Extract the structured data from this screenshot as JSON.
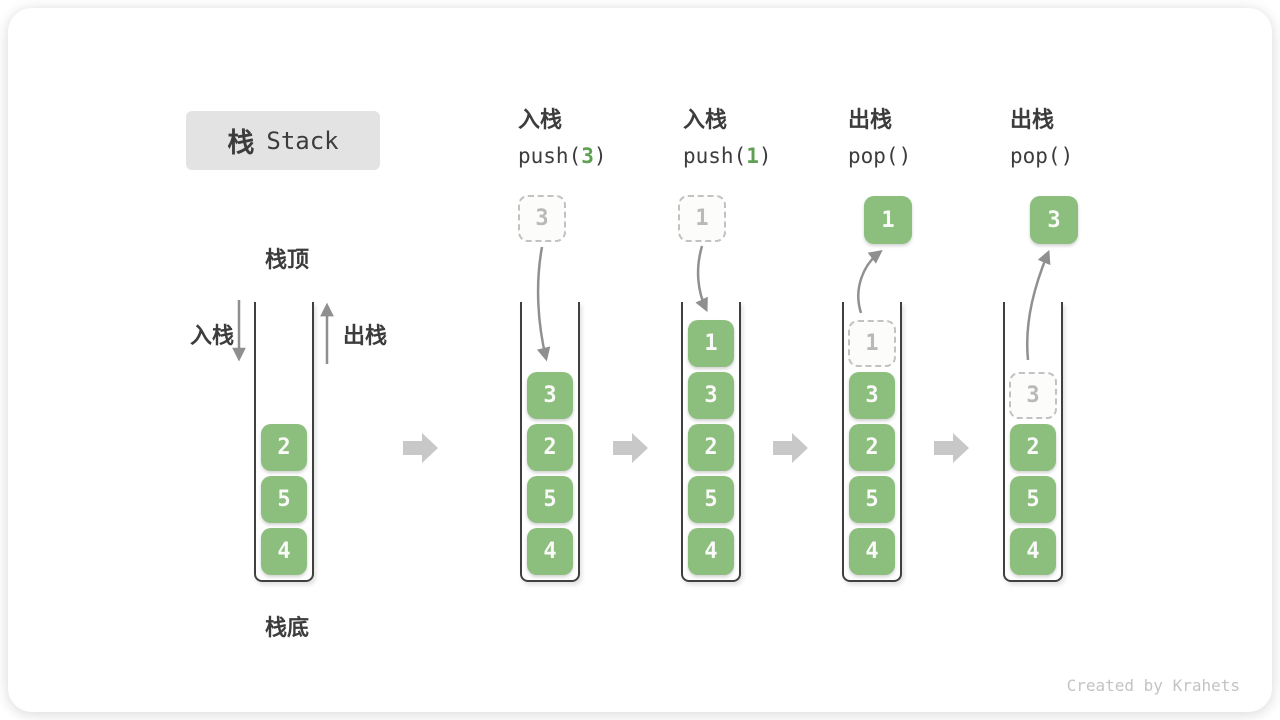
{
  "title": {
    "zh": "栈",
    "en": "Stack"
  },
  "side_labels": {
    "stack_top": "栈顶",
    "stack_bottom": "栈底",
    "push": "入栈",
    "pop": "出栈"
  },
  "operations": [
    {
      "label": "入栈",
      "code": {
        "fn": "push(",
        "arg": "3",
        "close": ")"
      }
    },
    {
      "label": "入栈",
      "code": {
        "fn": "push(",
        "arg": "1",
        "close": ")"
      }
    },
    {
      "label": "出栈",
      "code": {
        "fn": "pop(",
        "arg": "",
        "close": ")"
      }
    },
    {
      "label": "出栈",
      "code": {
        "fn": "pop(",
        "arg": "",
        "close": ")"
      }
    }
  ],
  "floating_cells": [
    {
      "value": "3",
      "state": "ghost"
    },
    {
      "value": "1",
      "state": "ghost"
    },
    {
      "value": "1",
      "state": "solid"
    },
    {
      "value": "3",
      "state": "solid"
    }
  ],
  "stacks": [
    {
      "name": "initial-state",
      "items": [
        {
          "value": "2",
          "state": "solid"
        },
        {
          "value": "5",
          "state": "solid"
        },
        {
          "value": "4",
          "state": "solid"
        }
      ]
    },
    {
      "name": "after-push-3",
      "items": [
        {
          "value": "3",
          "state": "solid"
        },
        {
          "value": "2",
          "state": "solid"
        },
        {
          "value": "5",
          "state": "solid"
        },
        {
          "value": "4",
          "state": "solid"
        }
      ]
    },
    {
      "name": "after-push-1",
      "items": [
        {
          "value": "1",
          "state": "solid"
        },
        {
          "value": "3",
          "state": "solid"
        },
        {
          "value": "2",
          "state": "solid"
        },
        {
          "value": "5",
          "state": "solid"
        },
        {
          "value": "4",
          "state": "solid"
        }
      ]
    },
    {
      "name": "after-pop-1",
      "items": [
        {
          "value": "1",
          "state": "ghost"
        },
        {
          "value": "3",
          "state": "solid"
        },
        {
          "value": "2",
          "state": "solid"
        },
        {
          "value": "5",
          "state": "solid"
        },
        {
          "value": "4",
          "state": "solid"
        }
      ]
    },
    {
      "name": "after-pop-3",
      "items": [
        {
          "value": "3",
          "state": "ghost"
        },
        {
          "value": "2",
          "state": "solid"
        },
        {
          "value": "5",
          "state": "solid"
        },
        {
          "value": "4",
          "state": "solid"
        }
      ]
    }
  ],
  "credit": "Created by Krahets",
  "colors": {
    "cell_green": "#8CBE7D",
    "code_arg_green": "#5FA052",
    "text_dark": "#3C3C3C",
    "ghost_gray": "#C2C2C2",
    "curve_arrow_gray": "#909090",
    "flow_arrow_gray": "#C8C8C8",
    "title_box_bg": "#E3E3E3",
    "credit_gray": "#C3C3C3"
  }
}
